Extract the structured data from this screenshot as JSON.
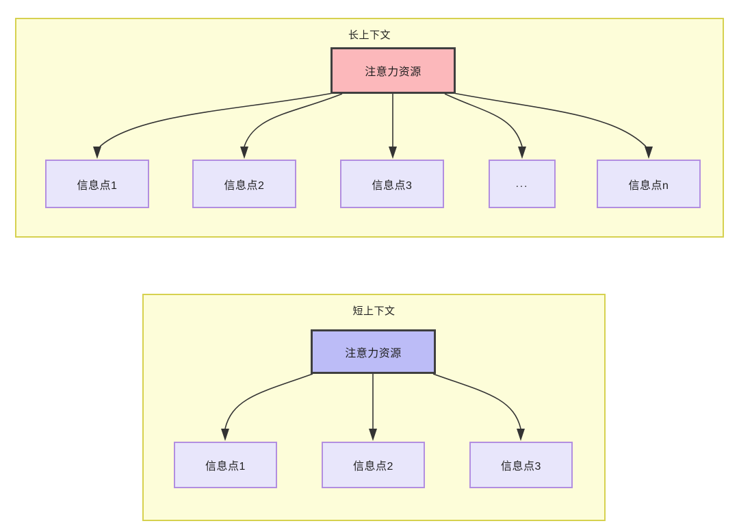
{
  "diagram": {
    "type": "flow-diagram",
    "background": "#ffffff",
    "colors": {
      "group_fill": "#fdfdd9",
      "group_border": "#d6d14f",
      "root_long_fill": "#fcb8bb",
      "root_short_fill": "#bcbcf7",
      "root_border": "#3f3f3f",
      "leaf_fill": "#e8e6fb",
      "leaf_border": "#b28ee0",
      "edge_stroke": "#333333",
      "text": "#1f1f1f"
    },
    "groups": [
      {
        "id": "long-context",
        "title": "长上下文",
        "root": {
          "id": "attention-resource-long",
          "label": "注意力资源"
        },
        "leaves": [
          {
            "id": "info-point-1",
            "label": "信息点1"
          },
          {
            "id": "info-point-2",
            "label": "信息点2"
          },
          {
            "id": "info-point-3",
            "label": "信息点3"
          },
          {
            "id": "info-point-ellipsis",
            "label": "..."
          },
          {
            "id": "info-point-n",
            "label": "信息点n"
          }
        ]
      },
      {
        "id": "short-context",
        "title": "短上下文",
        "root": {
          "id": "attention-resource-short",
          "label": "注意力资源"
        },
        "leaves": [
          {
            "id": "info-point-1",
            "label": "信息点1"
          },
          {
            "id": "info-point-2",
            "label": "信息点2"
          },
          {
            "id": "info-point-3",
            "label": "信息点3"
          }
        ]
      }
    ]
  }
}
